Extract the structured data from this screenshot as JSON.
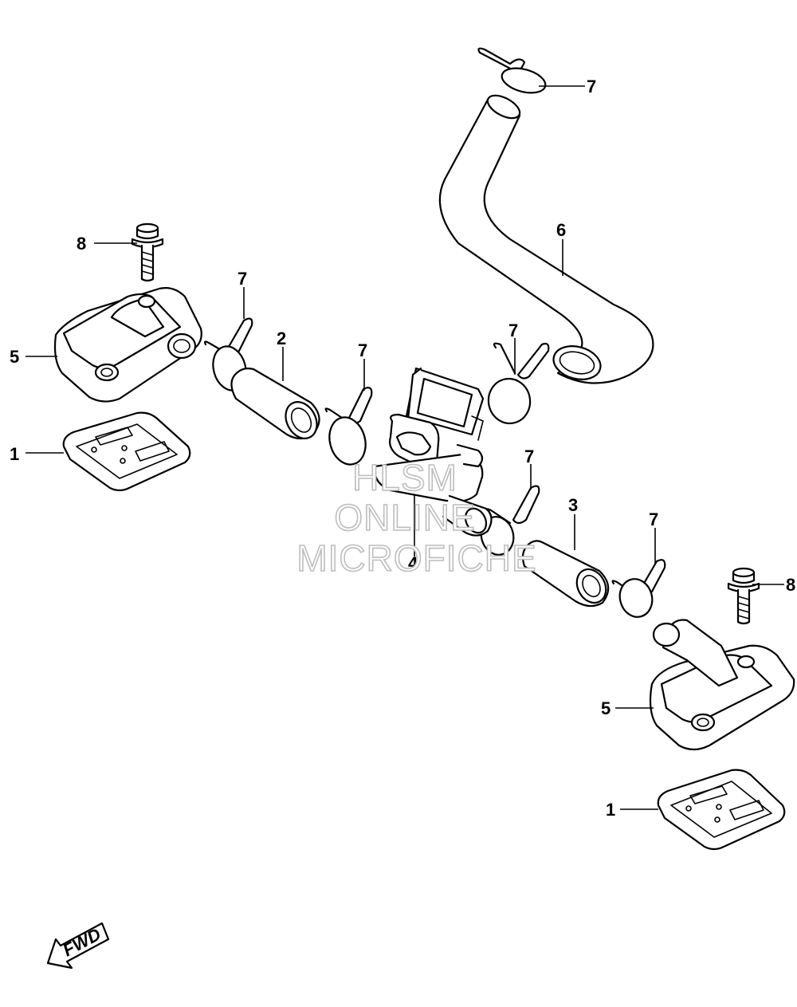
{
  "labels": {
    "l1a": "1",
    "l1b": "1",
    "l2": "2",
    "l3": "3",
    "l4": "4",
    "l5a": "5",
    "l5b": "5",
    "l6": "6",
    "l7a": "7",
    "l7b": "7",
    "l7c": "7",
    "l7d": "7",
    "l7e": "7",
    "l7f": "7",
    "l8a": "8",
    "l8b": "8"
  },
  "watermark": {
    "line1": "HLSM",
    "line2": "ONLINE",
    "line3": "MICROFICHE"
  },
  "fwd_arrow": {
    "label": "FWD"
  }
}
